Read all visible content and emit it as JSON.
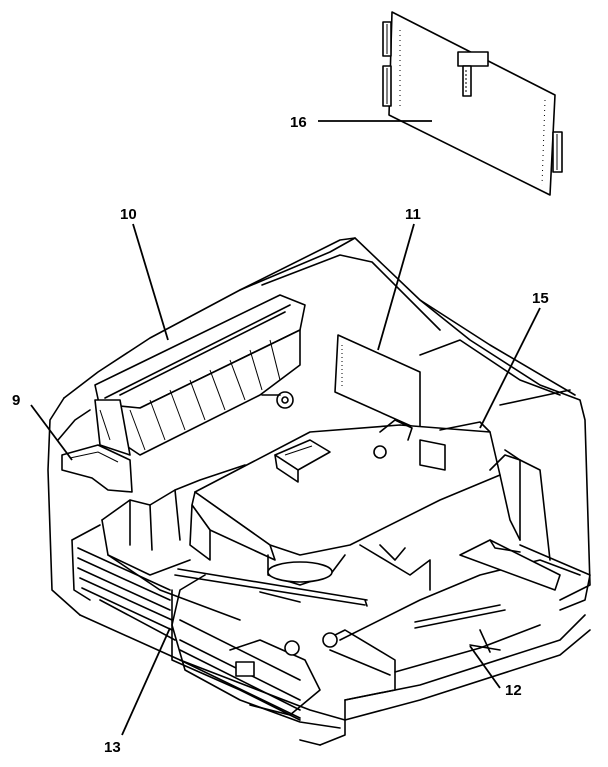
{
  "callouts": {
    "c9": "9",
    "c10": "10",
    "c11": "11",
    "c12": "12",
    "c13": "13",
    "c15": "15",
    "c16": "16"
  }
}
